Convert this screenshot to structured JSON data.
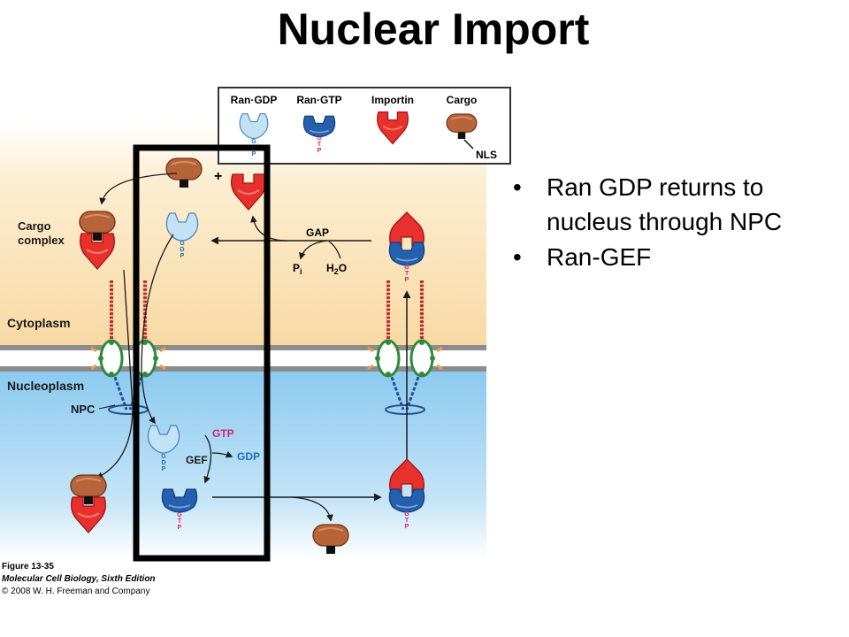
{
  "slide": {
    "title": "Nuclear Import",
    "bullets": [
      "Ran GDP returns to nucleus through NPC",
      "Ran-GEF"
    ],
    "bullet_glyph": "•"
  },
  "legend": {
    "ran_gdp": "Ran·GDP",
    "ran_gtp": "Ran·GTP",
    "importin": "Importin",
    "cargo": "Cargo",
    "nls": "NLS"
  },
  "labels": {
    "cargo_complex_line1": "Cargo",
    "cargo_complex_line2": "complex",
    "cytoplasm": "Cytoplasm",
    "nucleoplasm": "Nucleoplasm",
    "npc": "NPC",
    "gap": "GAP",
    "pi": "P",
    "pi_sub": "i",
    "h2o_h": "H",
    "h2o_sub": "2",
    "h2o_o": "O",
    "gtp": "GTP",
    "gef": "GEF",
    "gdp": "GDP",
    "plus": "+"
  },
  "nucleotide_letters": {
    "gdp": [
      "G",
      "D",
      "P"
    ],
    "gtp": [
      "G",
      "T",
      "P"
    ]
  },
  "caption": {
    "figure": "Figure 13-35",
    "book": "Molecular Cell Biology, Sixth Edition",
    "copyright": "© 2008 W. H. Freeman and Company"
  },
  "colors": {
    "cytoplasm_bg": "#fbe3b8",
    "nucleoplasm_bg": "#a9d6f3",
    "ran_gdp": "#c4e2f6",
    "ran_gtp": "#2560ae",
    "importin": "#e8302d",
    "cargo": "#b8643a",
    "gtp_text": "#d5217a",
    "gdp_text": "#1f6fb5"
  }
}
